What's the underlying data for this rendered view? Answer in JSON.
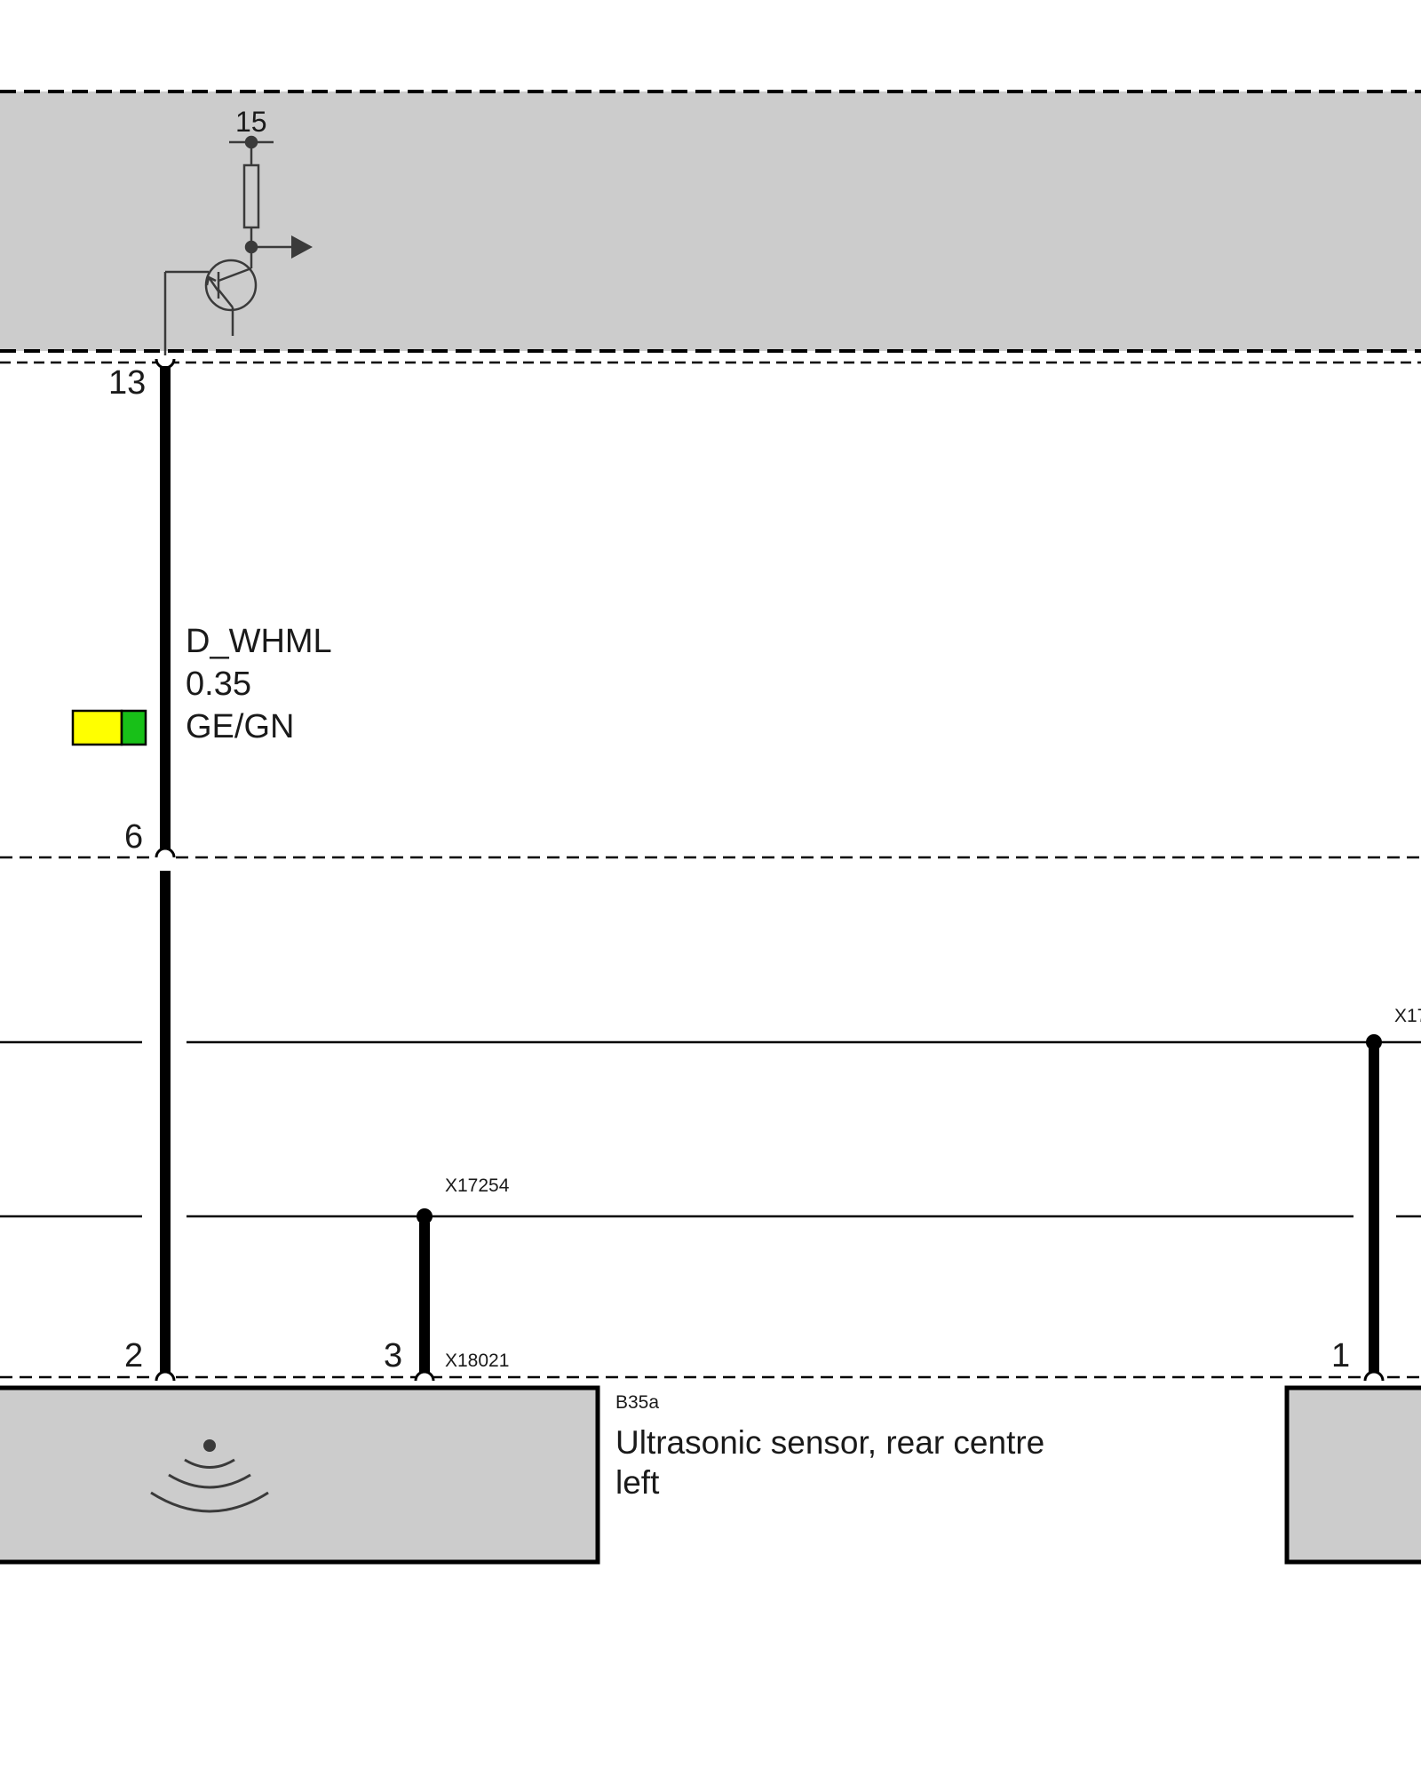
{
  "colors": {
    "module_fill": "#cccccc",
    "line": "#000000",
    "symbol": "#3a3a3a",
    "wire_color_1": "#ffff00",
    "wire_color_2": "#18c018"
  },
  "control_unit": {
    "supply_terminal": "15",
    "pin_top": "13"
  },
  "wire": {
    "signal": "D_WHML",
    "cross_section": "0.35",
    "color_code": "GE/GN"
  },
  "intermediate_connector": {
    "pin": "6"
  },
  "splices": {
    "upper": "X17",
    "lower": "X17254"
  },
  "sensor": {
    "pin_left": "2",
    "pin_mid": "3",
    "connector": "X18021",
    "id": "B35a",
    "description_line1": "Ultrasonic sensor, rear centre",
    "description_line2": "left",
    "icon": "ultrasonic-wave-icon"
  },
  "sensor_right": {
    "pin": "1"
  }
}
